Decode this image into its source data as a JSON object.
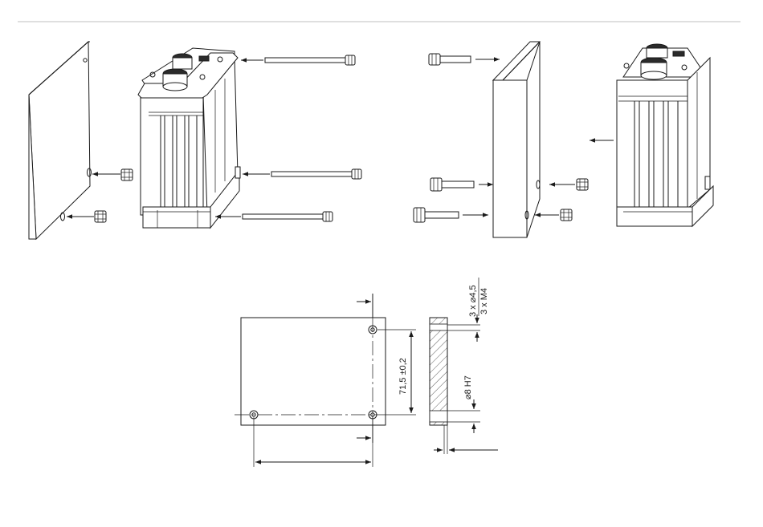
{
  "dimensions": {
    "hole_spacing_vertical": "71,5 ±0,2",
    "holes_clearance": "3 x ⌀4,5",
    "holes_thread": "3 x M4",
    "pin_bore": "⌀8 H7"
  }
}
